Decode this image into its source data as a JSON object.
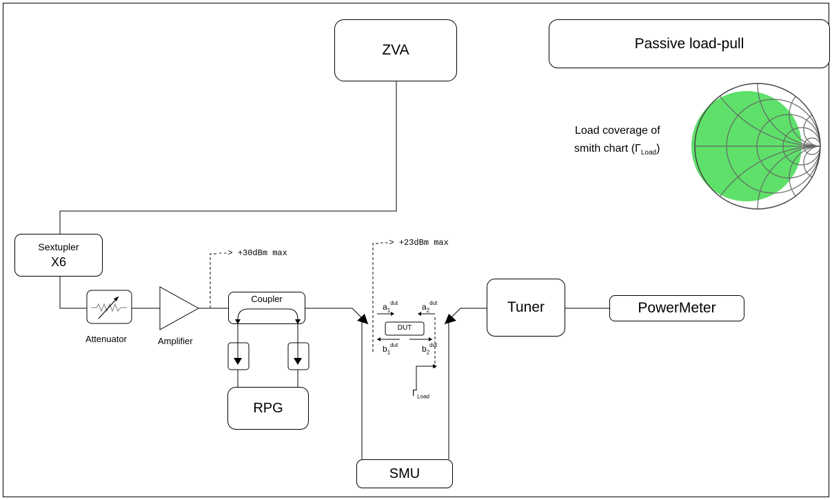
{
  "blocks": {
    "zva": "ZVA",
    "sextupler_title": "Sextupler",
    "sextupler_factor": "X6",
    "coupler": "Coupler",
    "rpg": "RPG",
    "dut": "DUT",
    "tuner": "Tuner",
    "powermeter": "PowerMeter",
    "smu": "SMU",
    "passive_loadpull": "Passive load-pull"
  },
  "labels": {
    "attenuator": "Attenuator",
    "amplifier": "Amplifier",
    "max_30": "+30dBm max",
    "max_23": "+23dBm max",
    "arrow_prefix": "-->",
    "wave_a1": "a",
    "wave_a2": "a",
    "wave_b1": "b",
    "wave_b2": "b",
    "sub_1": "1",
    "sub_2": "2",
    "sup_dut": "dut",
    "gamma_symbol": "Γ",
    "gamma_sub": "Load"
  },
  "smith": {
    "caption_line1": "Load coverage of",
    "caption_line2_prefix": "smith chart (Γ",
    "caption_sub": "Load",
    "caption_suffix": ")",
    "coverage_color": "#5ee06a"
  }
}
